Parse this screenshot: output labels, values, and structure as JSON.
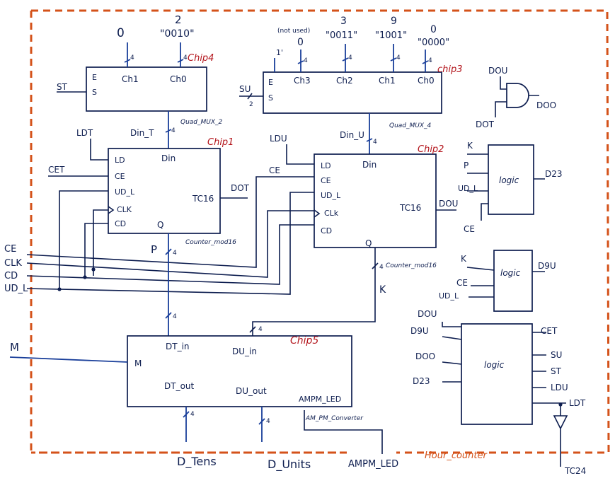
{
  "labels": {
    "chip1": "Chip1",
    "chip2": "Chip2",
    "chip3": "chip3",
    "chip4": "Chip4",
    "chip5": "Chip5",
    "quad_mux_2": "Quad_MUX_2",
    "quad_mux_4": "Quad_MUX_4",
    "counter_mod16": "Counter_mod16",
    "am_pm_converter": "AM_PM_Converter",
    "hour_counter": "Hour_counter",
    "pin_e": "E",
    "pin_s": "S",
    "pin_ch0": "Ch0",
    "pin_ch1": "Ch1",
    "pin_ch2": "Ch2",
    "pin_ch3": "Ch3",
    "pin_ld": "LD",
    "pin_ce": "CE",
    "pin_ud_l": "UD_L",
    "pin_clk": "CLK",
    "pin_clk2": "CLk",
    "pin_cd": "CD",
    "pin_din": "Din",
    "pin_q": "Q",
    "pin_tc16": "TC16",
    "pin_m": "M",
    "pin_dt_in": "DT_in",
    "pin_du_in": "DU_in",
    "pin_dt_out": "DT_out",
    "pin_du_out": "DU_out",
    "pin_ampm_led": "AMPM_LED",
    "sig_st": "ST",
    "sig_su": "SU",
    "sig_ldt": "LDT",
    "sig_ldu": "LDU",
    "sig_cet": "CET",
    "sig_ce": "CE",
    "sig_dint": "Din_T",
    "sig_dinu": "Din_U",
    "sig_dot": "DOT",
    "sig_dou": "DOU",
    "sig_doo": "DOO",
    "sig_p": "P",
    "sig_k": "K",
    "sig_clk": "CLK",
    "sig_cd": "CD",
    "sig_ud_l": "UD_L",
    "sig_m": "M",
    "sig_d_tens": "D_Tens",
    "sig_d_units": "D_Units",
    "sig_ampm_led": "AMPM_LED",
    "sig_d23": "D23",
    "sig_d9u": "D9U",
    "sig_d00": "DOO",
    "sig_d25": "D23",
    "sig_tc24": "TC24",
    "bus_4": "4",
    "bus_2": "2",
    "bus_1": "1",
    "logic": "logic",
    "v0": "0",
    "v2": "2",
    "v3": "3",
    "v9": "9",
    "v0b": "0",
    "v0c": "0",
    "b0010": "\"0010\"",
    "b0011": "\"0011\"",
    "b1001": "\"1001\"",
    "b0000": "\"0000\"",
    "not_used": "(not used)",
    "v1prime": "1'"
  }
}
